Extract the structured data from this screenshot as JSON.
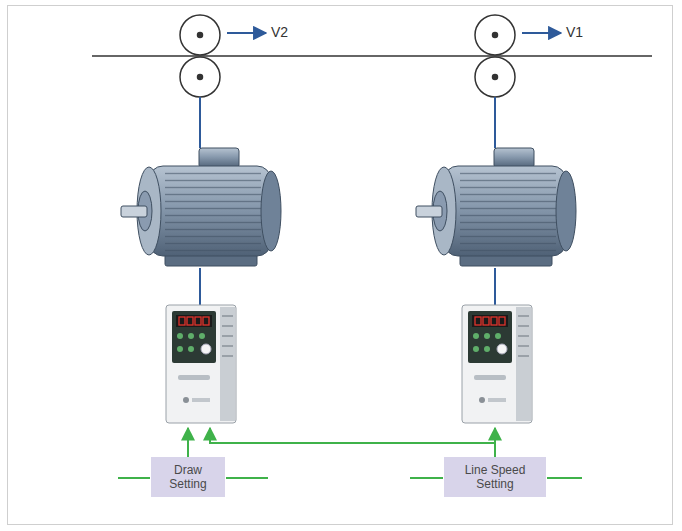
{
  "diagram": {
    "nodes": [
      {
        "text": [
          "Draw Setting"
        ]
      },
      {
        "text": [
          "Line Speed Setting"
        ]
      }
    ],
    "labels": [
      "V2",
      "V1"
    ]
  }
}
